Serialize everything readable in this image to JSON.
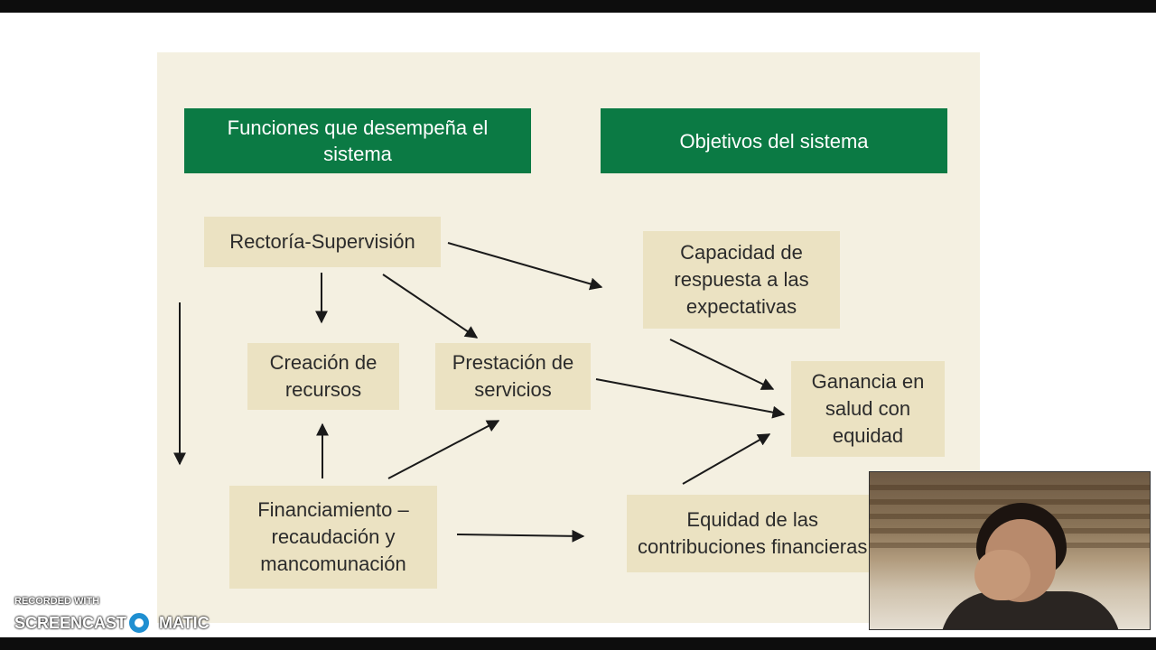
{
  "headers": {
    "functions": "Funciones que desempeña el\nsistema",
    "objectives": "Objetivos del sistema"
  },
  "nodes": {
    "rectoria": "Rectoría-Supervisión",
    "creacion": "Creación de\nrecursos",
    "prestacion": "Prestación de\nservicios",
    "financiamiento": "Financiamiento –\nrecaudación y\nmancomunación",
    "capacidad": "Capacidad de\nrespuesta a las\nexpectativas",
    "ganancia": "Ganancia en\nsalud con\nequidad",
    "equidad": "Equidad de las\ncontribuciones financieras"
  },
  "colors": {
    "header_green": "#0b7a44",
    "node_fill": "#ebe2c2",
    "slide_bg": "#f4f0e1"
  },
  "watermark": {
    "line1": "RECORDED WITH",
    "brand_left": "SCREENCAST",
    "brand_right": "MATIC"
  }
}
